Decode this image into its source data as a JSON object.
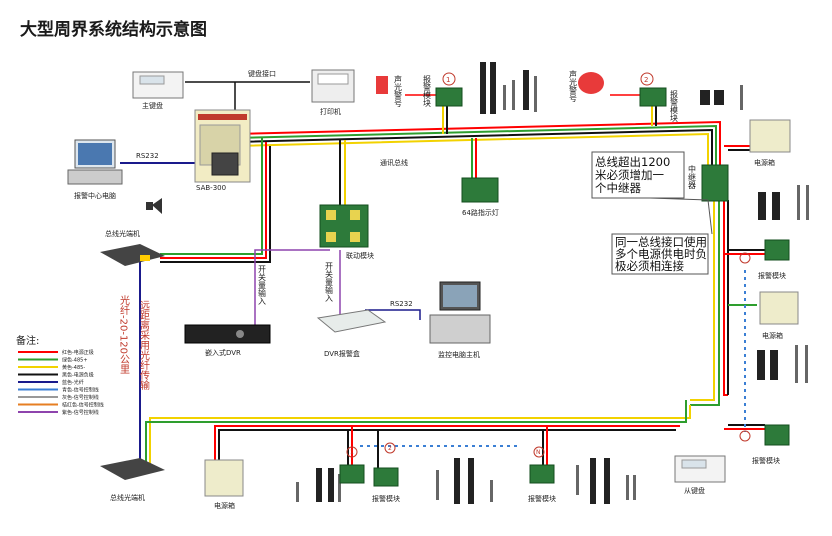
{
  "title": "大型周界系统结构示意图",
  "devices": {
    "main_keyboard": "主键盘",
    "printer": "打印机",
    "controller": "SAB-300",
    "alarm_pc": "报警中心电脑",
    "fiber_transceiver": "总线光端机",
    "linkage_module": "联动模块",
    "indicator": "64路指示灯",
    "dvr": "嵌入式DVR",
    "dvr_alarm_box": "DVR报警盒",
    "monitor_host": "监控电脑主机",
    "siren": "声光警号",
    "alarm_module": "报警模块",
    "power_box": "电源箱",
    "repeater": "中继器",
    "slave_keyboard": "从键盘"
  },
  "labels": {
    "keyboard_interface": "键盘接口",
    "rs232": "RS232",
    "comm_bus": "通讯总线",
    "switch_input": "开关量输入",
    "fiber_distance": "光纤-20-120公里",
    "long_distance_fiber": "远距离采用光纤传输"
  },
  "badges": {
    "b1": "1",
    "b2": "2",
    "bn": "N"
  },
  "notes": {
    "n1": [
      "总线超出1200",
      "米必须增加一",
      "个中继器"
    ],
    "n2": [
      "同一总线接口使用",
      "多个电源供电时负",
      "极必须相连接"
    ]
  },
  "legend": {
    "title": "备注:",
    "items": [
      {
        "color": "#ff0000",
        "text": "红色-电源正极"
      },
      {
        "color": "#2e9e2e",
        "text": "绿色-485+"
      },
      {
        "color": "#f2d200",
        "text": "黄色-485-"
      },
      {
        "color": "#111111",
        "text": "黑色-电源负极"
      },
      {
        "color": "#1a1a8c",
        "text": "蓝色-光纤"
      },
      {
        "color": "#3b7fd4",
        "text": "青色-信号控制线"
      },
      {
        "color": "#999999",
        "text": "灰色-信号控制线"
      },
      {
        "color": "#e67e22",
        "text": "桔红色-信号控制线"
      },
      {
        "color": "#8e44ad",
        "text": "紫色-信号控制线"
      }
    ]
  }
}
